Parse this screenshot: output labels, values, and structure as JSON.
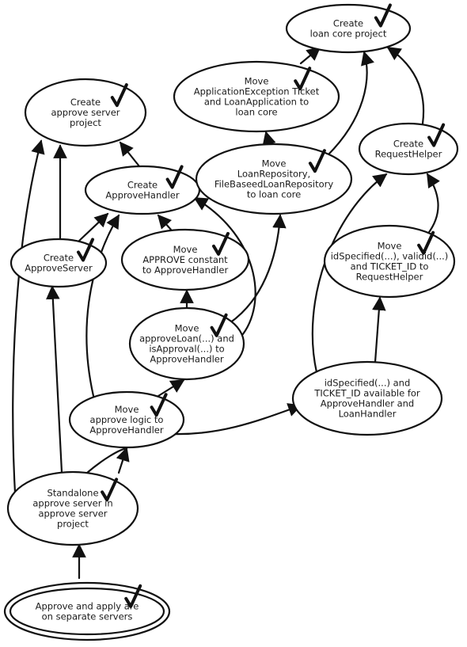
{
  "diagram": {
    "nodes": [
      {
        "id": "goal",
        "lines": [
          "Approve and apply are",
          "on separate servers"
        ],
        "done": true,
        "goal": true
      },
      {
        "id": "standalone",
        "lines": [
          "Standalone",
          "approve server in",
          "approve server",
          "project"
        ],
        "done": true
      },
      {
        "id": "move-logic",
        "lines": [
          "Move",
          "approve logic to",
          "ApproveHandler"
        ],
        "done": true
      },
      {
        "id": "id-available",
        "lines": [
          "idSpecified(...) and",
          "TICKET_ID available for",
          "ApproveHandler and",
          "LoanHandler"
        ],
        "done": false
      },
      {
        "id": "move-approve-loan",
        "lines": [
          "Move",
          "approveLoan(...) and",
          "isApproval(...) to",
          "ApproveHandler"
        ],
        "done": true
      },
      {
        "id": "move-constant",
        "lines": [
          "Move",
          "APPROVE constant",
          "to ApproveHandler"
        ],
        "done": true
      },
      {
        "id": "create-approve-server",
        "lines": [
          "Create",
          "ApproveServer"
        ],
        "done": true
      },
      {
        "id": "create-approve-handler",
        "lines": [
          "Create",
          "ApproveHandler"
        ],
        "done": true
      },
      {
        "id": "create-approve-project",
        "lines": [
          "Create",
          "approve server",
          "project"
        ],
        "done": true
      },
      {
        "id": "move-repo",
        "lines": [
          "Move",
          "LoanRepository,",
          "FileBaseedLoanRepository",
          "to loan core"
        ],
        "done": true
      },
      {
        "id": "move-exception",
        "lines": [
          "Move",
          "ApplicationException Ticket",
          "and LoanApplication to",
          "loan core"
        ],
        "done": true
      },
      {
        "id": "create-loan-core",
        "lines": [
          "Create",
          "loan core project"
        ],
        "done": true
      },
      {
        "id": "create-request-helper",
        "lines": [
          "Create",
          "RequestHelper"
        ],
        "done": true
      },
      {
        "id": "move-id-specified",
        "lines": [
          "Move",
          "idSpecified(...), validid(...)",
          "and TICKET_ID to",
          "RequestHelper"
        ],
        "done": true
      }
    ]
  }
}
